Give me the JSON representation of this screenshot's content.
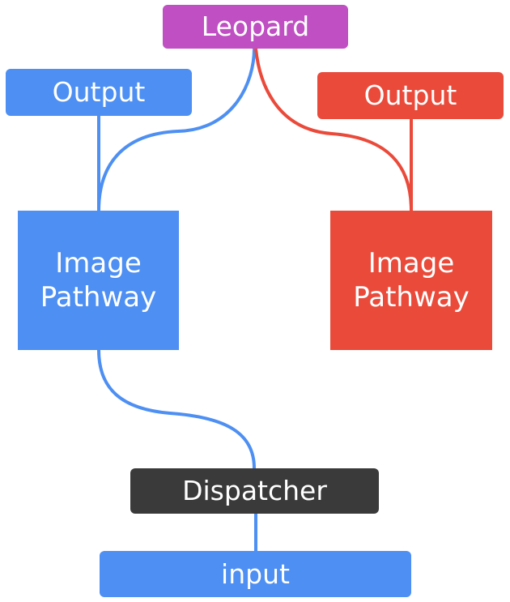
{
  "colors": {
    "blue": "#4d8ff2",
    "red": "#ea4a3a",
    "purple": "#bf4fc2",
    "dark": "#3a3a3a",
    "text": "#ffffff"
  },
  "nodes": {
    "leopard": {
      "label": "Leopard"
    },
    "output_left": {
      "label": "Output"
    },
    "output_right": {
      "label": "Output"
    },
    "image_pathway_left": {
      "line1": "Image",
      "line2": "Pathway"
    },
    "image_pathway_right": {
      "line1": "Image",
      "line2": "Pathway"
    },
    "dispatcher": {
      "label": "Dispatcher"
    },
    "input": {
      "label": "input"
    }
  },
  "edges": [
    {
      "from": "leopard",
      "to": "image_pathway_left",
      "color": "blue"
    },
    {
      "from": "output_left",
      "to": "image_pathway_left",
      "color": "blue"
    },
    {
      "from": "leopard",
      "to": "image_pathway_right",
      "color": "red"
    },
    {
      "from": "output_right",
      "to": "image_pathway_right",
      "color": "red"
    },
    {
      "from": "image_pathway_left",
      "to": "dispatcher",
      "color": "blue"
    },
    {
      "from": "dispatcher",
      "to": "input",
      "color": "blue"
    }
  ]
}
